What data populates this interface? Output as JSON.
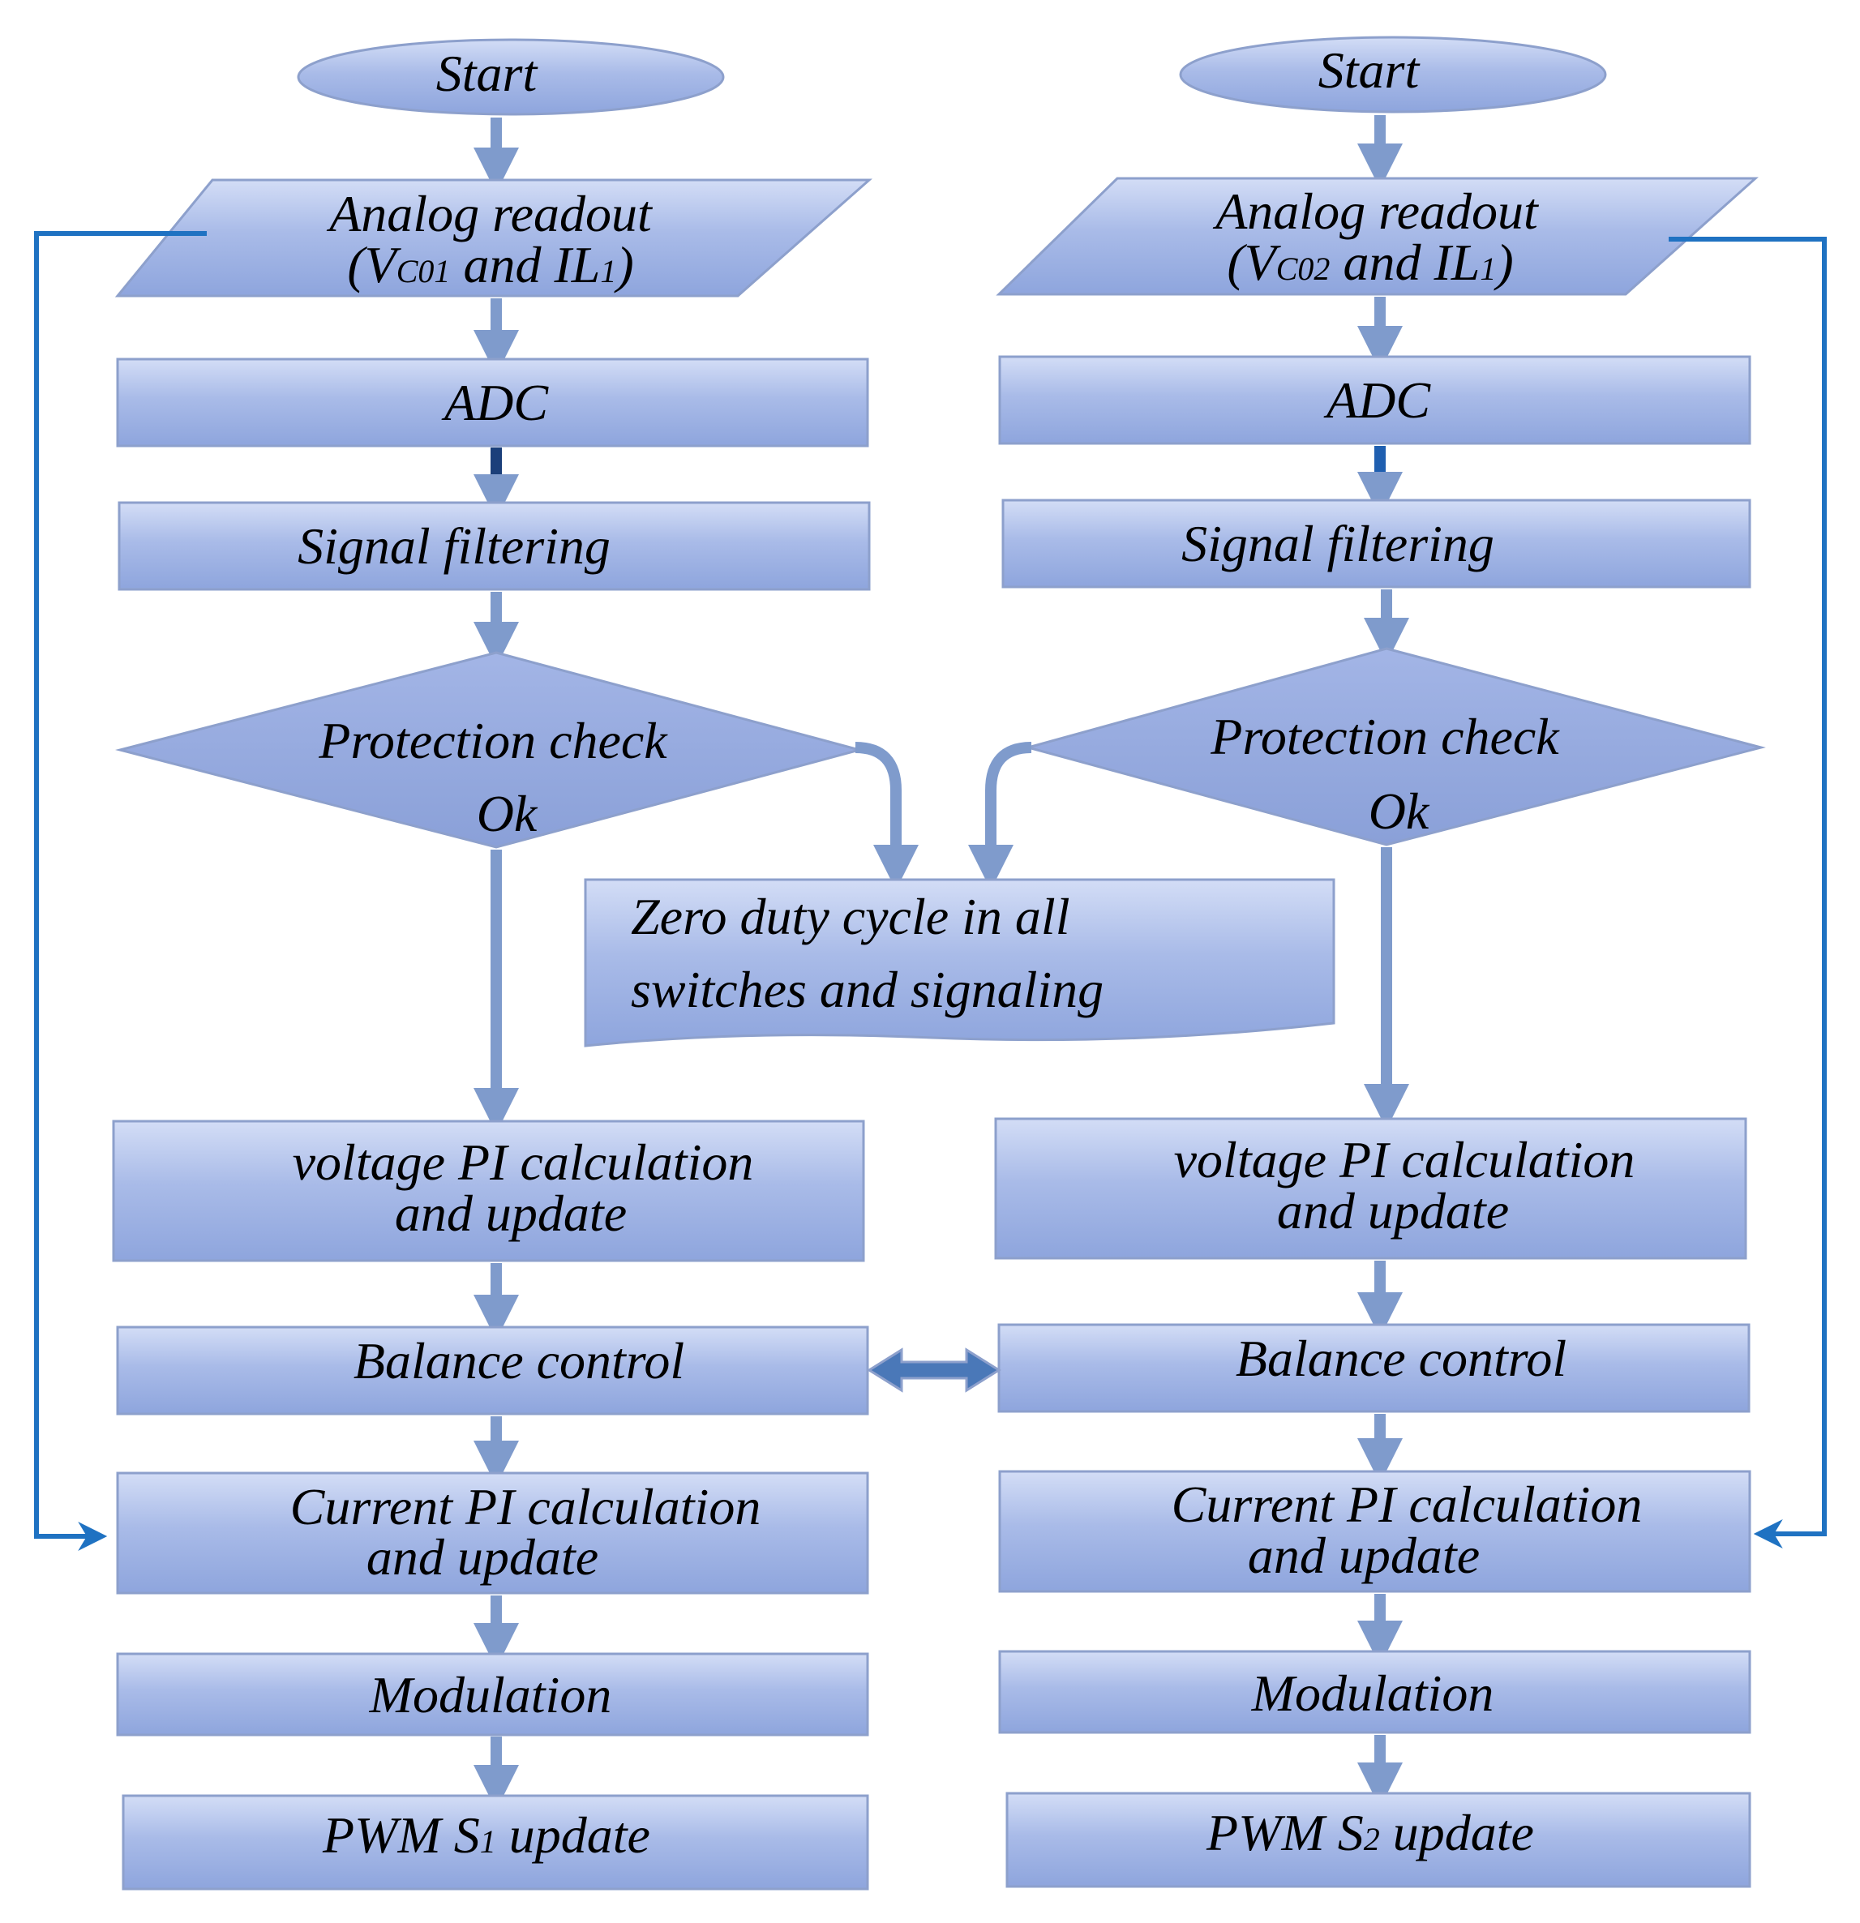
{
  "colors": {
    "shape_fill_light": "#bccbee",
    "shape_fill_dark": "#8fa6dc",
    "arrow": "#7f9bcc",
    "loop_arrow": "#1f72c2",
    "text": "#000000"
  },
  "left": {
    "start": "Start",
    "readout_line1": "Analog readout",
    "readout_v": "(V",
    "readout_sub": "C01",
    "readout_mid": " and IL",
    "readout_sub2": "1",
    "readout_end": ")",
    "adc": "ADC",
    "filter": "Signal filtering",
    "protection": "Protection check",
    "ok": "Ok",
    "voltage_line1": "voltage PI calculation",
    "voltage_line2": "and update",
    "balance": "Balance control",
    "current_line1": "Current PI calculation",
    "current_line2": "and update",
    "modulation": "Modulation",
    "pwm_pre": "PWM S",
    "pwm_sub": "1",
    "pwm_post": " update"
  },
  "right": {
    "start": "Start",
    "readout_line1": "Analog readout",
    "readout_v": "(V",
    "readout_sub": "C02",
    "readout_mid": " and IL",
    "readout_sub2": "1",
    "readout_end": ")",
    "adc": "ADC",
    "filter": "Signal filtering",
    "protection": "Protection check",
    "ok": "Ok",
    "voltage_line1": "voltage PI calculation",
    "voltage_line2": "and update",
    "balance": "Balance control",
    "current_line1": "Current PI calculation",
    "current_line2": "and update",
    "modulation": "Modulation",
    "pwm_pre": "PWM S",
    "pwm_sub": "2",
    "pwm_post": " update"
  },
  "center": {
    "zero_line1": "Zero duty cycle  in all",
    "zero_line2": "switches and signaling"
  }
}
